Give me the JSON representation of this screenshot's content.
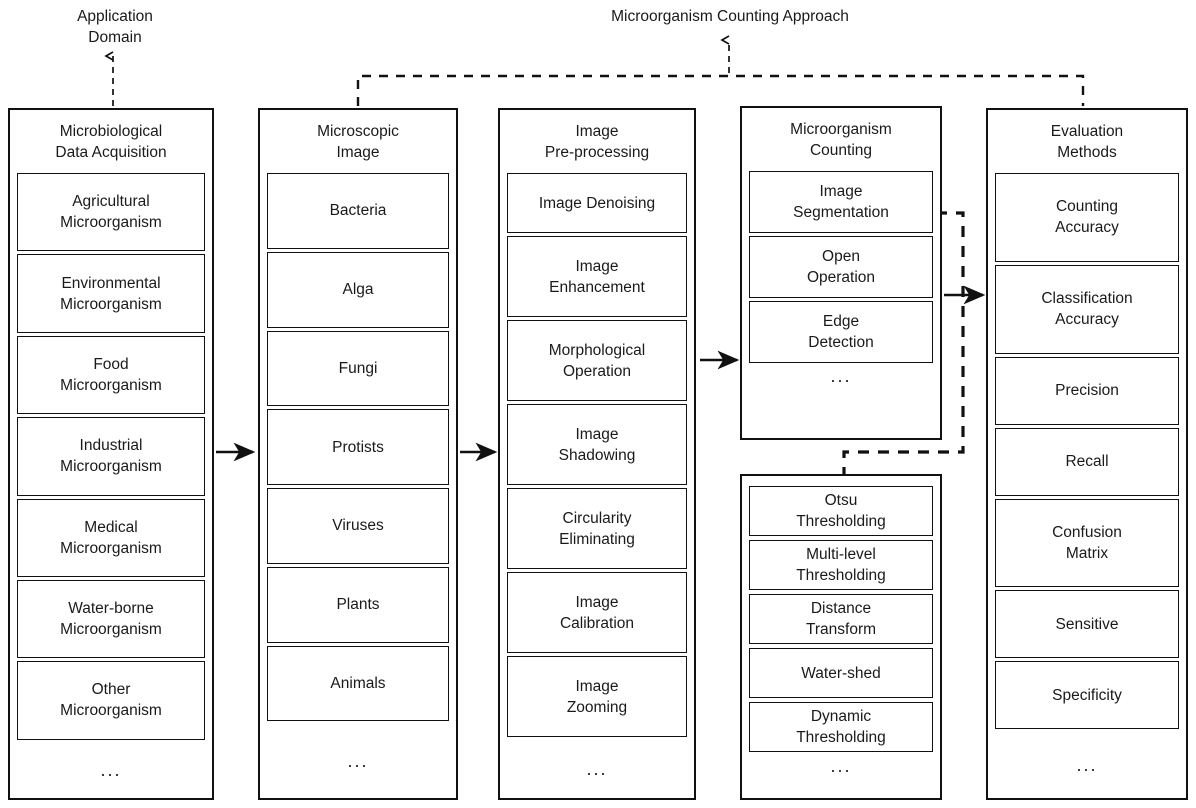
{
  "headings": {
    "application_domain": "Application\nDomain",
    "counting_approach": "Microorganism Counting Approach"
  },
  "columns": [
    {
      "id": "domain",
      "title": "Microbiological\nData Acquisition",
      "items": [
        "Agricultural\nMicroorganism",
        "Environmental\nMicroorganism",
        "Food\nMicroorganism",
        "Industrial\nMicroorganism",
        "Medical\nMicroorganism",
        "Water-borne\nMicroorganism",
        "Other\nMicroorganism"
      ],
      "ellipsis": "..."
    },
    {
      "id": "image",
      "title": "Microscopic\nImage",
      "items": [
        "Bacteria",
        "Alga",
        "Fungi",
        "Protists",
        "Viruses",
        "Plants",
        "Animals"
      ],
      "ellipsis": "..."
    },
    {
      "id": "prep",
      "title": "Image\nPre-processing",
      "items": [
        "Image Denoising",
        "Image\nEnhancement",
        "Morphological\nOperation",
        "Image\nShadowing",
        "Circularity\nEliminating",
        "Image\nCalibration",
        "Image\nZooming"
      ],
      "ellipsis": "..."
    },
    {
      "id": "counting",
      "title": "Microorganism\nCounting",
      "items": [
        "Image\nSegmentation",
        "Open\nOperation",
        "Edge\nDetection"
      ],
      "ellipsis": "..."
    },
    {
      "id": "threshold",
      "title": "",
      "items": [
        "Otsu\nThresholding",
        "Multi-level\nThresholding",
        "Distance\nTransform",
        "Water-shed",
        "Dynamic\nThresholding"
      ],
      "ellipsis": "..."
    },
    {
      "id": "eval",
      "title": "Evaluation\nMethods",
      "items": [
        "Counting\nAccuracy",
        "Classification\nAccuracy",
        "Precision",
        "Recall",
        "Confusion\nMatrix",
        "Sensitive",
        "Specificity"
      ],
      "ellipsis": "..."
    }
  ],
  "colors": {
    "stroke": "#111111",
    "text": "#1a1a1a",
    "background": "#ffffff"
  },
  "connectors": {
    "solid_arrows": 4,
    "dashed_links": 3
  }
}
